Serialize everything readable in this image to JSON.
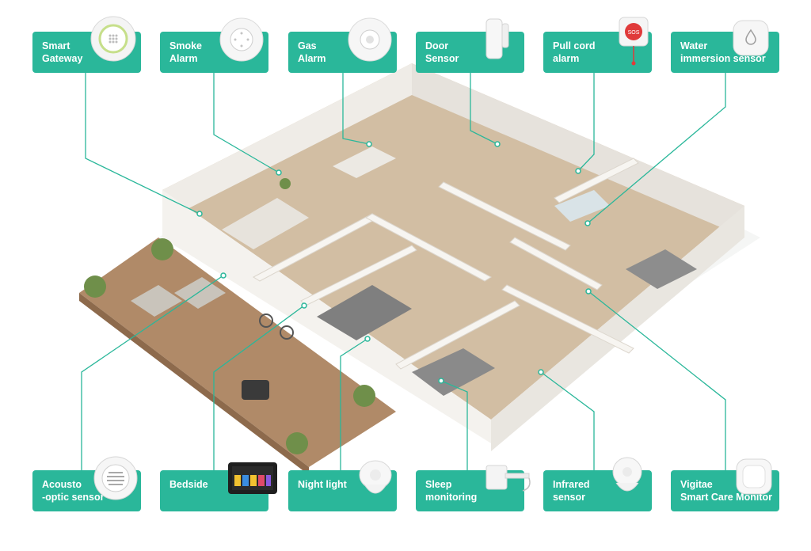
{
  "accent_color": "#2ab79a",
  "callouts": [
    {
      "label": "Smart\nGateway",
      "icon": "smart-gateway-icon"
    },
    {
      "label": "Smoke\nAlarm",
      "icon": "smoke-alarm-icon"
    },
    {
      "label": "Gas\nAlarm",
      "icon": "gas-alarm-icon"
    },
    {
      "label": "Door\nSensor",
      "icon": "door-sensor-icon"
    },
    {
      "label": "Pull cord\nalarm",
      "icon": "pull-cord-alarm-icon",
      "badge": "SOS"
    },
    {
      "label": "Water\nimmersion sensor",
      "icon": "water-sensor-icon"
    },
    {
      "label": "Acousto\n-optic sensor",
      "icon": "acousto-optic-sensor-icon"
    },
    {
      "label": "Bedside",
      "icon": "bedside-tablet-icon"
    },
    {
      "label": "Night light",
      "icon": "night-light-icon"
    },
    {
      "label": "Sleep\nmonitoring",
      "icon": "sleep-monitor-icon"
    },
    {
      "label": "Infrared\nsensor",
      "icon": "infrared-sensor-icon"
    },
    {
      "label": "Vigitae\nSmart Care Monitor",
      "icon": "care-monitor-icon"
    }
  ]
}
